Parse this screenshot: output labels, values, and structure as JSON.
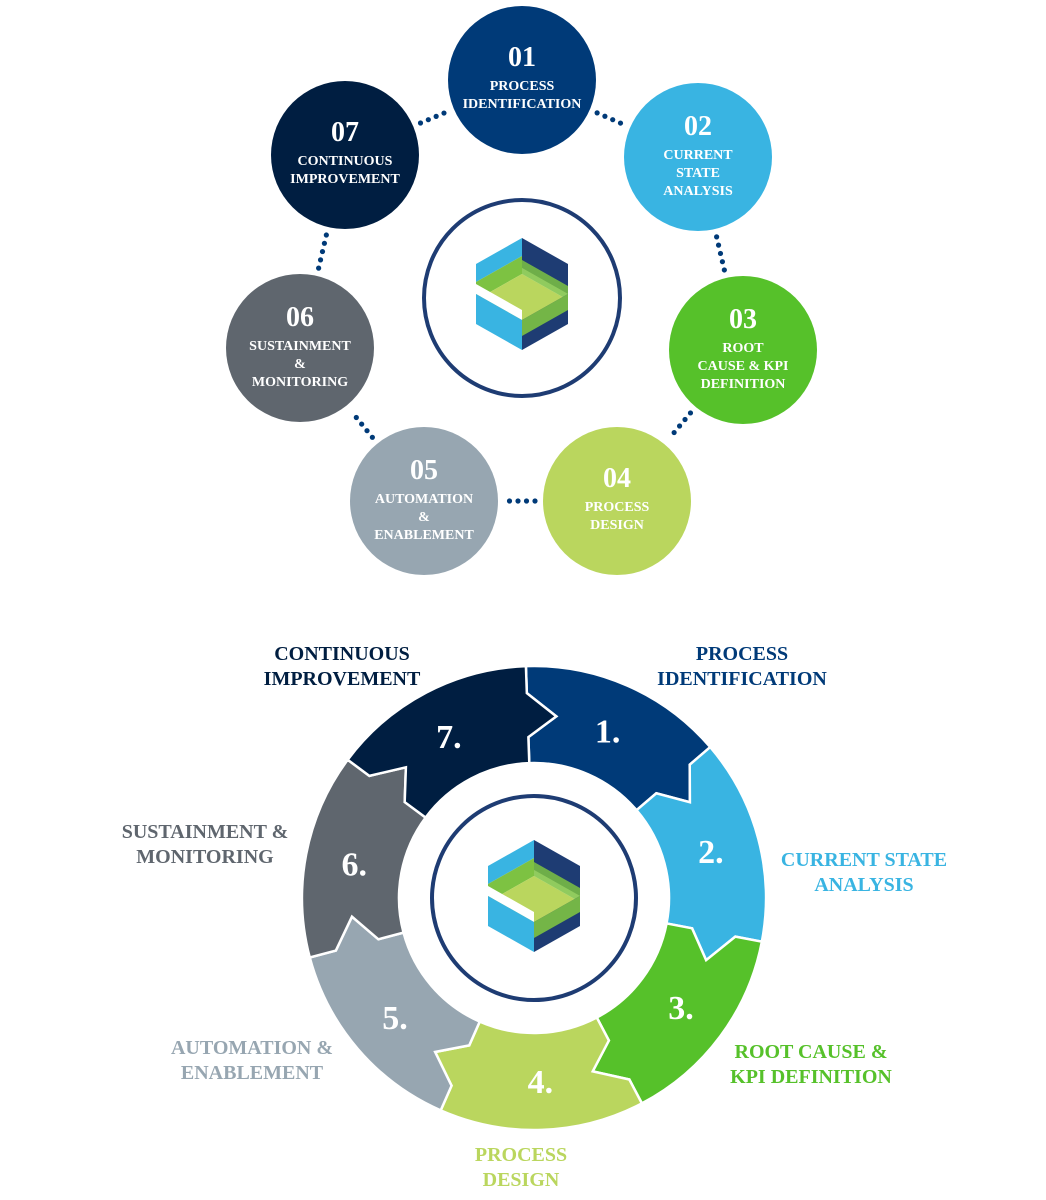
{
  "circle_cycle": {
    "steps": [
      {
        "number": "01",
        "lines": [
          "PROCESS",
          "IDENTIFICATION"
        ],
        "color": "#003a78"
      },
      {
        "number": "02",
        "lines": [
          "CURRENT",
          "STATE",
          "ANALYSIS"
        ],
        "color": "#39b4e2"
      },
      {
        "number": "03",
        "lines": [
          "ROOT",
          "CAUSE & KPI",
          "DEFINITION"
        ],
        "color": "#56c12a"
      },
      {
        "number": "04",
        "lines": [
          "PROCESS",
          "DESIGN"
        ],
        "color": "#bad65e"
      },
      {
        "number": "05",
        "lines": [
          "AUTOMATION",
          "&",
          "ENABLEMENT"
        ],
        "color": "#97a6b1"
      },
      {
        "number": "06",
        "lines": [
          "SUSTAINMENT",
          "&",
          "MONITORING"
        ],
        "color": "#5f666e"
      },
      {
        "number": "07",
        "lines": [
          "CONTINUOUS",
          "IMPROVEMENT"
        ],
        "color": "#001e41"
      }
    ],
    "dot_color": "#003a78",
    "center_ring_color": "#1e3c73"
  },
  "puzzle_wheel": {
    "segments": [
      {
        "number": "1.",
        "label": [
          "PROCESS",
          "IDENTIFICATION"
        ],
        "color": "#003a78"
      },
      {
        "number": "2.",
        "label": [
          "CURRENT STATE",
          "ANALYSIS"
        ],
        "color": "#39b4e2"
      },
      {
        "number": "3.",
        "label": [
          "ROOT CAUSE &",
          "KPI DEFINITION"
        ],
        "color": "#56c12a"
      },
      {
        "number": "4.",
        "label": [
          "PROCESS",
          "DESIGN"
        ],
        "color": "#bad65e"
      },
      {
        "number": "5.",
        "label": [
          "AUTOMATION &",
          "ENABLEMENT"
        ],
        "color": "#97a6b1"
      },
      {
        "number": "6.",
        "label": [
          "SUSTAINMENT &",
          "MONITORING"
        ],
        "color": "#5f666e"
      },
      {
        "number": "7.",
        "label": [
          "CONTINUOUS",
          "IMPROVEMENT"
        ],
        "color": "#001e41"
      }
    ],
    "center_ring_color": "#1e3c73"
  },
  "logo": {
    "name": "s-hexagon-logo-icon",
    "colors": {
      "navy": "#1e3c73",
      "sky": "#39b4e2",
      "green": "#7dc242",
      "lime": "#bad65e"
    }
  }
}
